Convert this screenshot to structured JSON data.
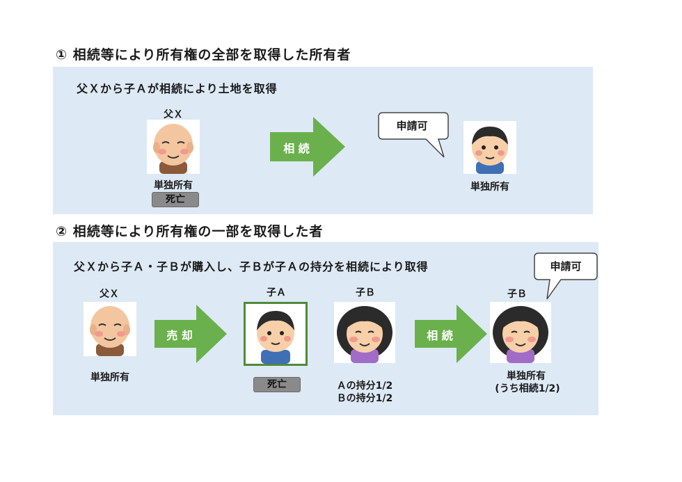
{
  "section1": {
    "heading": "① 相続等により所有権の全部を取得した所有者",
    "caption": "父Ｘから子Ａが相続により土地を取得",
    "father_label": "父Ｘ",
    "father_ownership": "単独所有",
    "deceased_badge": "死亡",
    "arrow_label": "相 続",
    "bubble": "申請可",
    "child_ownership": "単独所有"
  },
  "section2": {
    "heading": "② 相続等により所有権の一部を取得した者",
    "caption": "父Ｘから子Ａ・子Ｂが購入し、子Ｂが子Ａの持分を相続により取得",
    "father_label": "父Ｘ",
    "father_ownership": "単独所有",
    "sale_arrow_label": "売 却",
    "childA_label": "子Ａ",
    "childA_badge": "死亡",
    "childB_label": "子Ｂ",
    "share_a": "Ａの持分1/2",
    "share_b": "Ｂの持分1/2",
    "inherit_arrow_label": "相 続",
    "result_label": "子Ｂ",
    "bubble": "申請可",
    "result_ownership": "単独所有",
    "result_note": "(うち相続1/2)"
  },
  "colors": {
    "panel": "#dde9f4",
    "arrow": "#6ab04c",
    "badge": "#8a8a8a",
    "highlight_border": "#4e8a3a"
  }
}
